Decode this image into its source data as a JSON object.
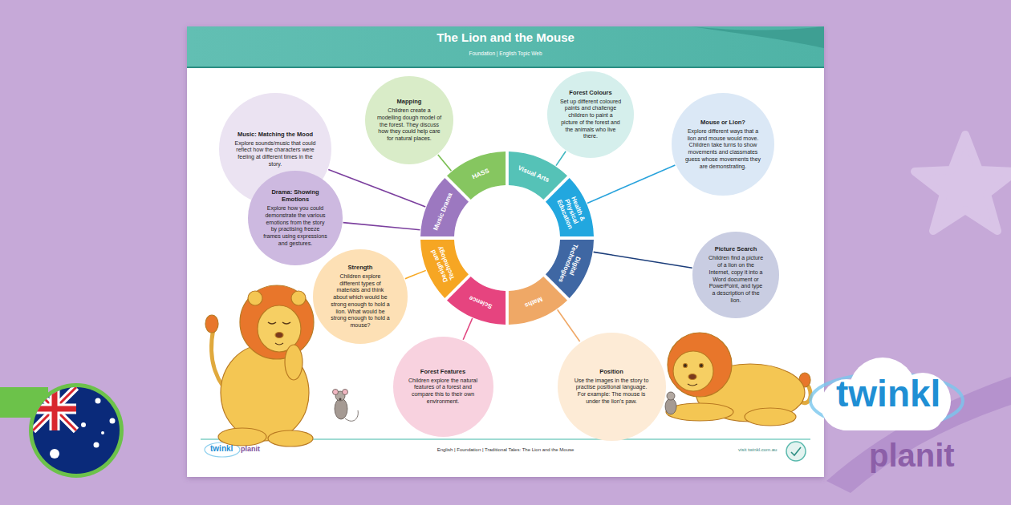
{
  "diagram": {
    "title": "The Lion and the Mouse",
    "nodes": [
      {
        "text": [
          "Music: Matching the Mood",
          "Explore sounds/music that could reflect how the characters were feeling at different times in the story."
        ]
      },
      {
        "text": [
          "Mapping",
          "Children create a modelling dough model of the forest. They discuss how they could help care for natural places."
        ]
      },
      {
        "text": [
          "Forest Colours",
          "Set up different coloured paints and challenge children to paint a picture of the forest and the animals who live there."
        ]
      },
      {
        "text": [
          "Mouse or Lion?",
          "Explore different ways that a lion and mouse would move. Children take turns to show movements and classmates guess whose movements they are demonstrating."
        ]
      },
      {
        "text": [
          "Drama: Showing Emotions",
          "Explore how you could demonstrate the various emotions from the story by practising freeze frames using expressions and gestures."
        ]
      },
      {
        "text": [
          "Picture Search",
          "Children find a picture of a lion on the Internet, copy it into a Word document or PowerPoint, and type a description of the lion."
        ]
      },
      {
        "text": [
          "Strength",
          "Children explore different types of materials and think about which would be strong enough to hold a lion. What would be strong enough to hold a mouse?"
        ]
      },
      {
        "text": [
          "Forest Features",
          "Children explore the natural features of a forest and compare this to their own environment."
        ]
      },
      {
        "text": [
          "Position",
          "Use the images in the story to practise positional language. For example: The mouse is under the lion's paw."
        ]
      },
      {
        "text": [
          "HASS"
        ]
      },
      {
        "text": [
          "Visual Arts"
        ]
      },
      {
        "text": [
          "Health & Physical Education"
        ]
      },
      {
        "text": [
          "Digital Technologies"
        ]
      },
      {
        "text": [
          "Maths"
        ]
      },
      {
        "text": [
          "Science"
        ]
      },
      {
        "text": [
          "Design and Technology"
        ]
      },
      {
        "text": [
          "Music Drama"
        ]
      }
    ],
    "edges": [
      {
        "from": 0,
        "to": 16,
        "arrow": "none"
      },
      {
        "from": 4,
        "to": 16,
        "arrow": "none"
      },
      {
        "from": 1,
        "to": 9,
        "arrow": "none"
      },
      {
        "from": 2,
        "to": 10,
        "arrow": "none"
      },
      {
        "from": 3,
        "to": 11,
        "arrow": "none"
      },
      {
        "from": 5,
        "to": 12,
        "arrow": "none"
      },
      {
        "from": 8,
        "to": 13,
        "arrow": "none"
      },
      {
        "from": 7,
        "to": 14,
        "arrow": "none"
      },
      {
        "from": 6,
        "to": 15,
        "arrow": "none"
      }
    ],
    "labels": [
      "Foundation | English Topic Web",
      "twinkl",
      "planit",
      "English | Foundation | Traditional Tales: The Lion and the Mouse",
      "visit twinkl.com.au",
      "twinkl",
      "planit"
    ]
  }
}
